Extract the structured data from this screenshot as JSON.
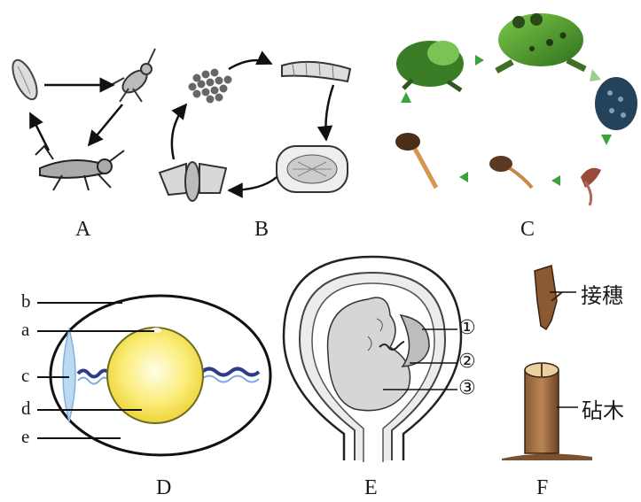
{
  "panels": [
    {
      "id": "A",
      "caption": "A"
    },
    {
      "id": "B",
      "caption": "B"
    },
    {
      "id": "C",
      "caption": "C"
    },
    {
      "id": "D",
      "caption": "D"
    },
    {
      "id": "E",
      "caption": "E"
    },
    {
      "id": "F",
      "caption": "F"
    }
  ],
  "egg_labels": [
    "b",
    "a",
    "c",
    "d",
    "e"
  ],
  "uterus_labels": [
    "①",
    "②",
    "③"
  ],
  "graft_labels": {
    "scion": "接穗",
    "rootstock": "砧木"
  },
  "colors": {
    "frog_arrow": "#3aa33a",
    "yolk": "#f5e04a",
    "albumen_edge": "#7fb2e0"
  }
}
